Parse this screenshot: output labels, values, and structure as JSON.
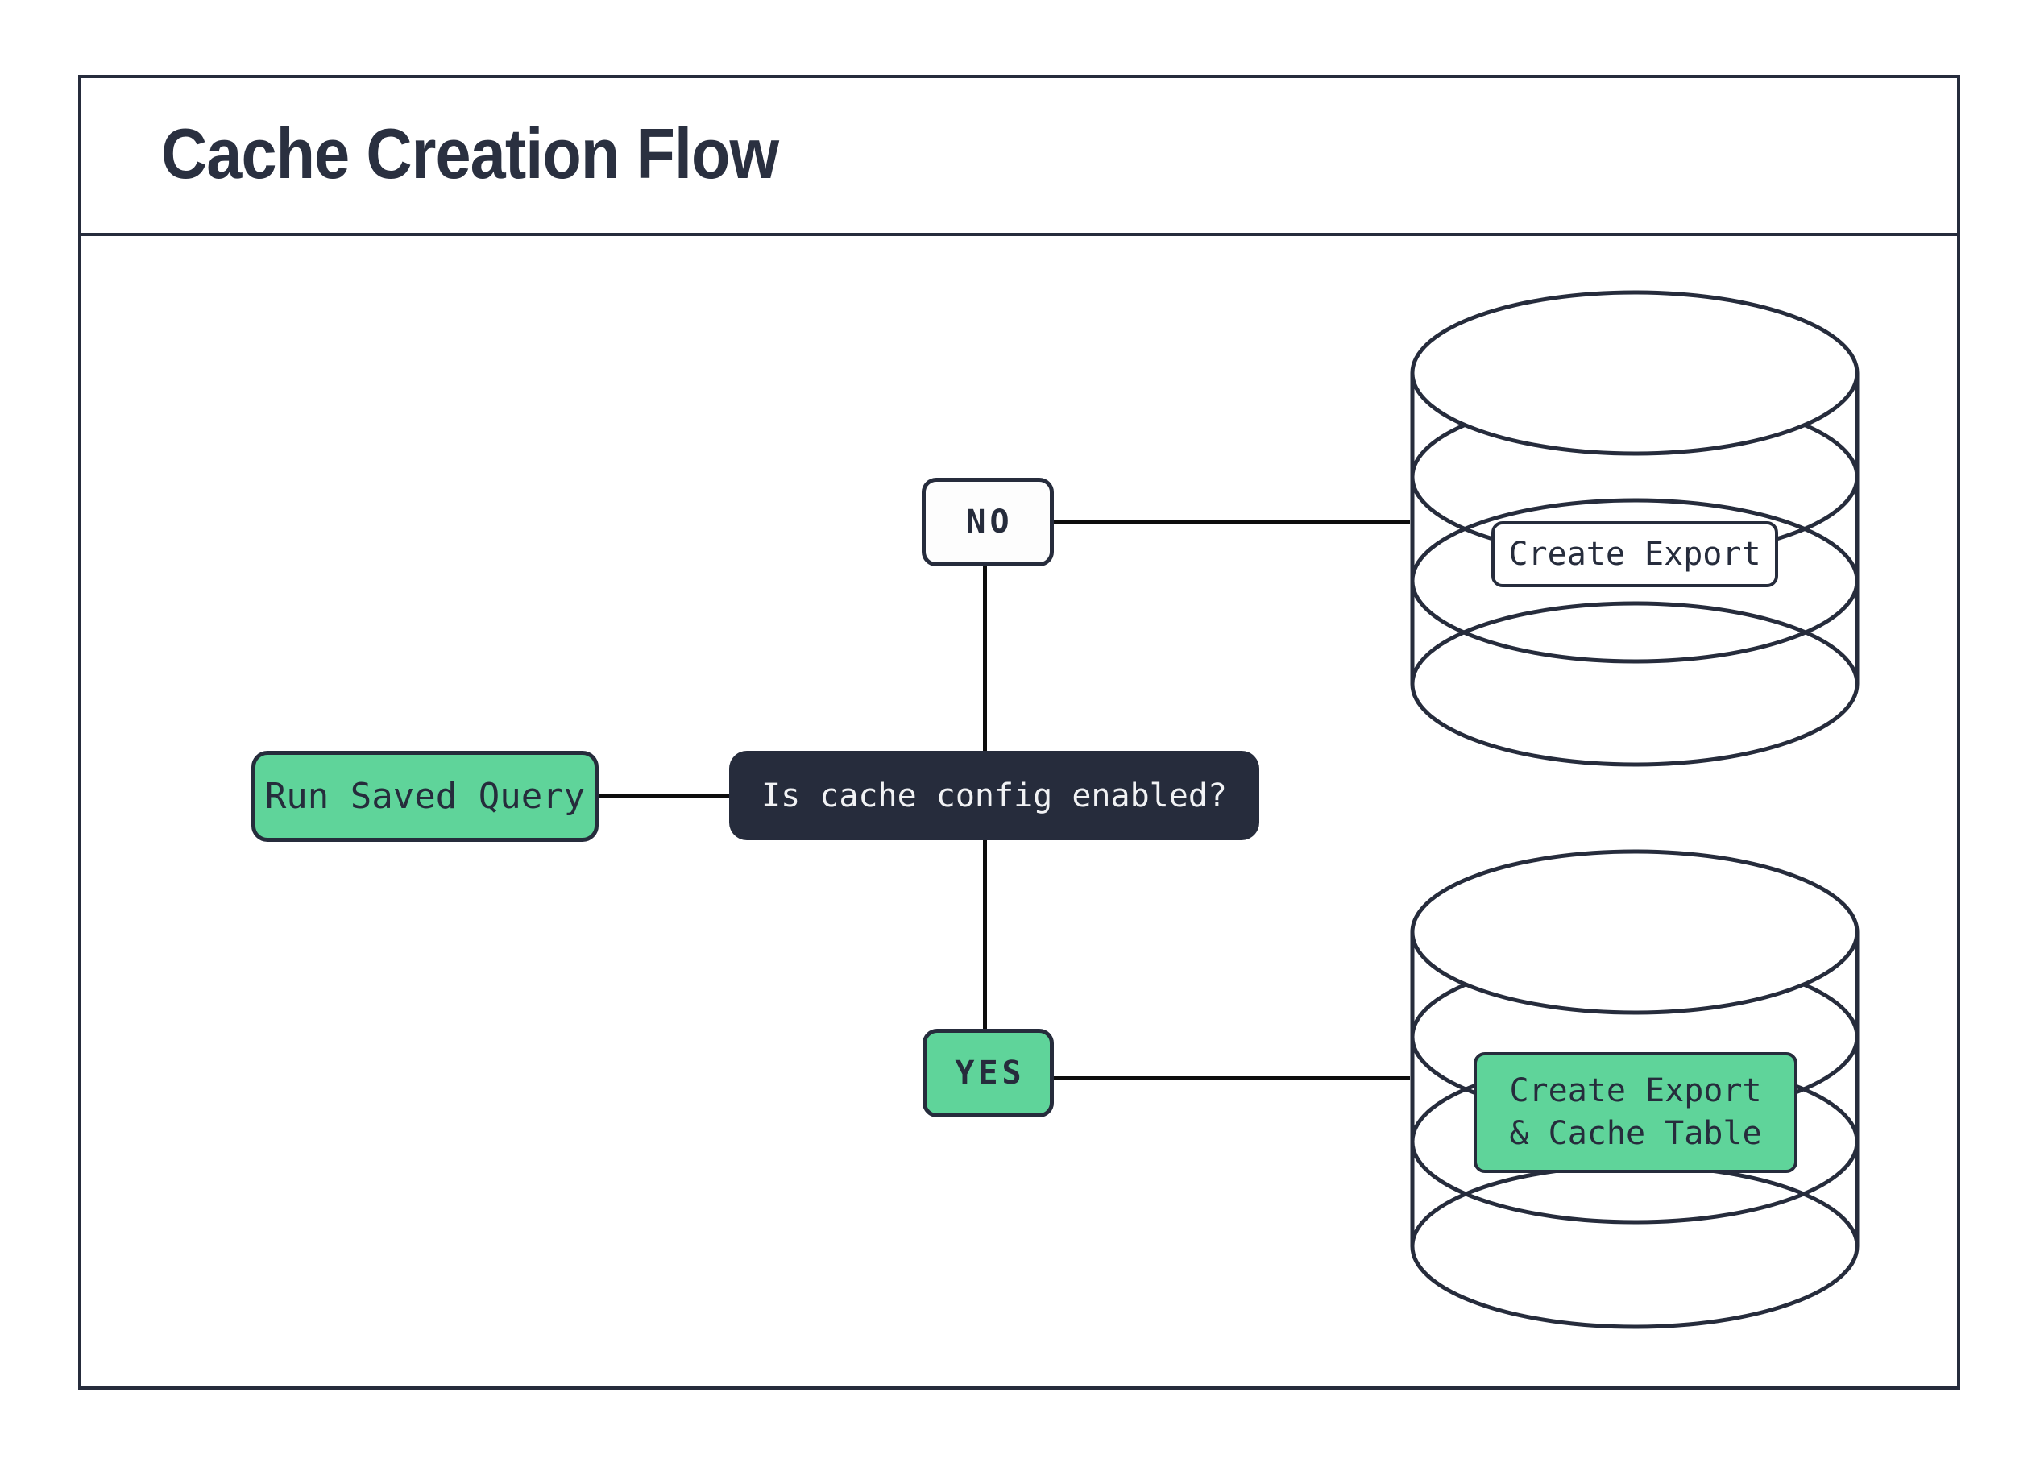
{
  "header": {
    "title": "Cache Creation Flow"
  },
  "colors": {
    "accent_green": "#5FD49A",
    "dark_navy": "#262C3C",
    "connector_black": "#0D0D0D",
    "background": "#FFFFFF"
  },
  "flow": {
    "start": {
      "label": "Run Saved Query"
    },
    "decision": {
      "label": "Is cache config enabled?"
    },
    "branch_no": {
      "label": "NO"
    },
    "branch_yes": {
      "label": "YES"
    },
    "no_result": {
      "label": "Create Export"
    },
    "yes_result": {
      "label_line1": "Create Export",
      "label_line2": "& Cache Table"
    },
    "edges": [
      {
        "from": "start",
        "to": "decision"
      },
      {
        "from": "decision",
        "to": "branch_no"
      },
      {
        "from": "branch_no",
        "to": "no_result_database"
      },
      {
        "from": "decision",
        "to": "branch_yes"
      },
      {
        "from": "branch_yes",
        "to": "yes_result_database"
      }
    ]
  }
}
